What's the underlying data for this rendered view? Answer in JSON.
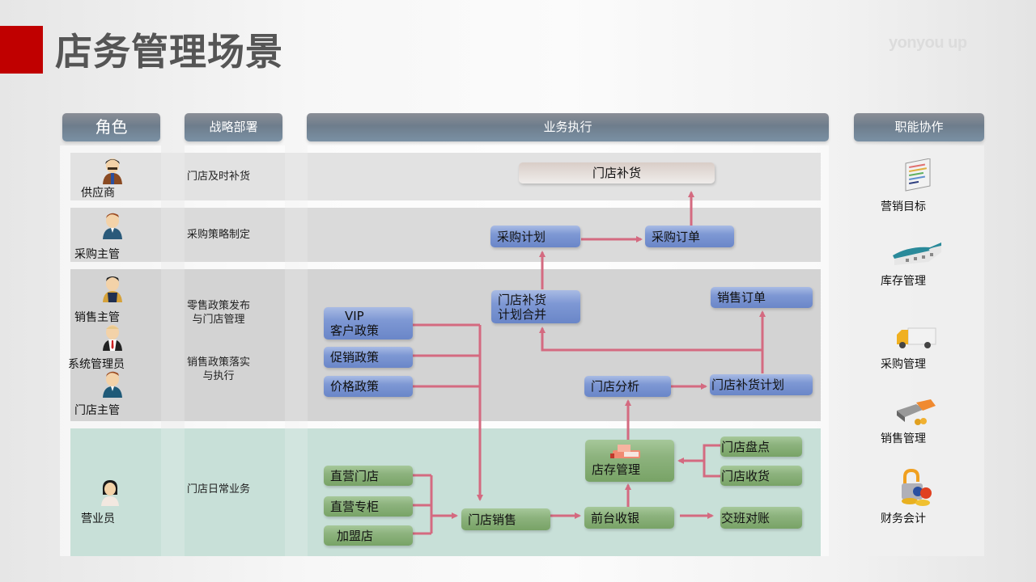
{
  "title": "店务管理场景",
  "brand": "yonyou up",
  "columns": {
    "roles": "角色",
    "strategy": "战略部署",
    "execution": "业务执行",
    "functions": "职能协作"
  },
  "roles": [
    {
      "label": "供应商",
      "icon": "supplier-avatar"
    },
    {
      "label": "采购主管",
      "icon": "purchasing-manager-avatar"
    },
    {
      "label": "销售主管",
      "icon": "sales-manager-avatar"
    },
    {
      "label": "系统管理员",
      "icon": "system-admin-avatar"
    },
    {
      "label": "门店主管",
      "icon": "store-manager-avatar"
    },
    {
      "label": "营业员",
      "icon": "clerk-avatar"
    }
  ],
  "strategy": [
    {
      "line1": "门店及时补货",
      "line2": ""
    },
    {
      "line1": "采购策略制定",
      "line2": ""
    },
    {
      "line1": "零售政策发布",
      "line2": "与门店管理"
    },
    {
      "line1": "销售政策落实",
      "line2": "与执行"
    },
    {
      "line1": "门店日常业务",
      "line2": ""
    }
  ],
  "flow": {
    "store_replenish": "门店补货",
    "purchase_plan": "采购计划",
    "purchase_order": "采购订单",
    "replenish_merge_1": "门店补货",
    "replenish_merge_2": "计划合并",
    "sales_order": "销售订单",
    "vip_1": "VIP",
    "vip_2": "客户政策",
    "promo_policy": "促销政策",
    "price_policy": "价格政策",
    "store_analysis": "门店分析",
    "replenish_plan": "门店补货计划",
    "stock_mgmt": "店存管理",
    "store_count": "门店盘点",
    "store_receive": "门店收货",
    "direct_store": "直营门店",
    "direct_counter": "直营专柜",
    "franchise": "加盟店",
    "store_sales": "门店销售",
    "front_cashier": "前台收银",
    "shift_reconcile": "交班对账"
  },
  "functions": [
    {
      "label": "营销目标",
      "icon": "marketing-target-icon"
    },
    {
      "label": "库存管理",
      "icon": "warehouse-icon"
    },
    {
      "label": "采购管理",
      "icon": "truck-icon"
    },
    {
      "label": "销售管理",
      "icon": "sales-register-icon"
    },
    {
      "label": "财务会计",
      "icon": "finance-lock-icon"
    }
  ],
  "colors": {
    "accent": "#c00000",
    "arrow": "#d46a80",
    "header": "#72838f",
    "blue_box": "#7e98d4",
    "green_box": "#8db37e"
  }
}
